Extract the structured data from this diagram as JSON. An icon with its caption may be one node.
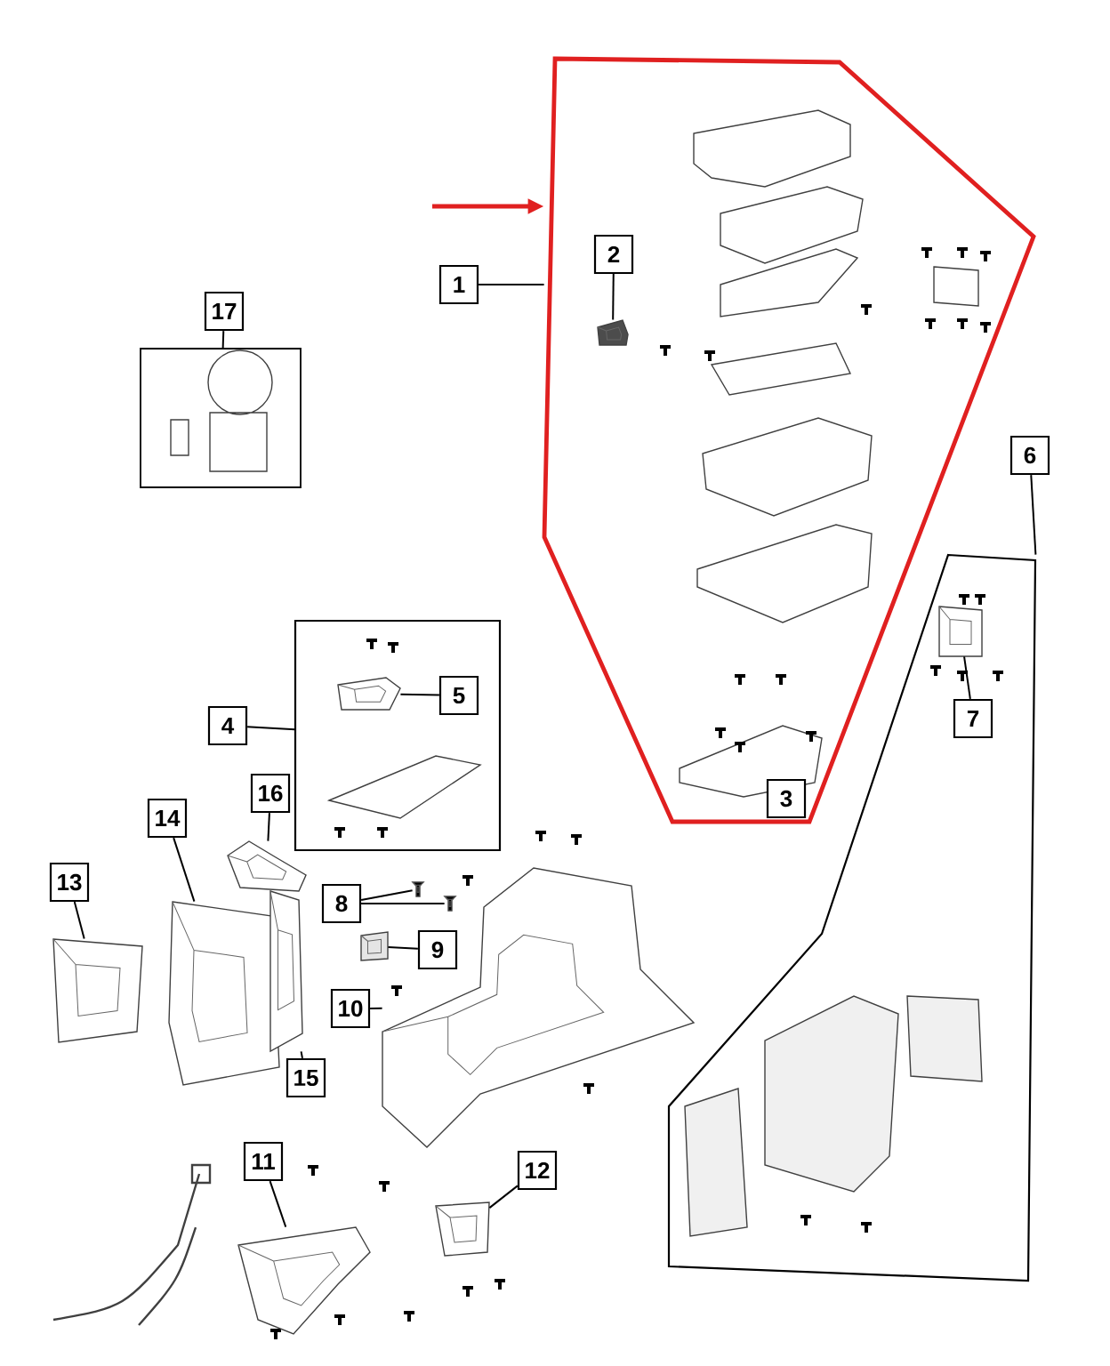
{
  "diagram": {
    "nodes": [
      {
        "text": [
          "1"
        ]
      },
      {
        "text": [],
        "shape": "box"
      },
      {
        "text": [
          "2"
        ],
        "in": 1
      },
      {
        "text": [],
        "shape": "picture",
        "in": 1
      },
      {
        "text": [
          "17"
        ]
      },
      {
        "text": [],
        "shape": "box"
      },
      {
        "text": [
          "4"
        ]
      },
      {
        "text": [],
        "shape": "box"
      },
      {
        "text": [
          "5"
        ],
        "in": 7
      },
      {
        "text": [],
        "shape": "picture",
        "in": 7
      },
      {
        "text": [
          "16"
        ]
      },
      {
        "text": [],
        "shape": "picture"
      },
      {
        "text": [
          "14"
        ]
      },
      {
        "text": [],
        "shape": "picture"
      },
      {
        "text": [
          "13"
        ]
      },
      {
        "text": [],
        "shape": "picture"
      },
      {
        "text": [
          "8"
        ]
      },
      {
        "text": [],
        "shape": "picture"
      },
      {
        "text": [],
        "shape": "picture"
      },
      {
        "text": [
          "9"
        ]
      },
      {
        "text": [],
        "shape": "picture"
      },
      {
        "text": [
          "10"
        ]
      },
      {
        "text": [],
        "shape": "picture"
      },
      {
        "text": [
          "15"
        ]
      },
      {
        "text": [],
        "shape": "picture"
      },
      {
        "text": [
          "11"
        ]
      },
      {
        "text": [],
        "shape": "picture"
      },
      {
        "text": [
          "12"
        ]
      },
      {
        "text": [],
        "shape": "picture"
      },
      {
        "text": [
          "6"
        ]
      },
      {
        "text": [],
        "shape": "box"
      },
      {
        "text": [
          "7"
        ],
        "in": 30
      },
      {
        "text": [],
        "shape": "picture",
        "in": 30
      },
      {
        "text": [
          "3"
        ],
        "in": 1
      }
    ],
    "edges": [
      {
        "from": null,
        "to": 1,
        "arrow": "to",
        "style": "thick",
        "color": "#e02020"
      },
      {
        "from": 0,
        "to": 1,
        "arrow": "none"
      },
      {
        "from": 2,
        "to": 3,
        "arrow": "none"
      },
      {
        "from": 4,
        "to": 5,
        "arrow": "none"
      },
      {
        "from": 6,
        "to": 7,
        "arrow": "none"
      },
      {
        "from": 8,
        "to": 9,
        "arrow": "none"
      },
      {
        "from": 10,
        "to": 11,
        "arrow": "none"
      },
      {
        "from": 12,
        "to": 13,
        "arrow": "none"
      },
      {
        "from": 14,
        "to": 15,
        "arrow": "none"
      },
      {
        "from": 16,
        "to": 17,
        "arrow": "none"
      },
      {
        "from": 16,
        "to": 18,
        "arrow": "none"
      },
      {
        "from": 19,
        "to": 20,
        "arrow": "none"
      },
      {
        "from": 21,
        "to": 22,
        "arrow": "none"
      },
      {
        "from": 23,
        "to": 24,
        "arrow": "none"
      },
      {
        "from": 25,
        "to": 26,
        "arrow": "none"
      },
      {
        "from": 27,
        "to": 28,
        "arrow": "none"
      },
      {
        "from": 29,
        "to": 30,
        "arrow": "none"
      },
      {
        "from": 31,
        "to": 32,
        "arrow": "none"
      }
    ]
  }
}
